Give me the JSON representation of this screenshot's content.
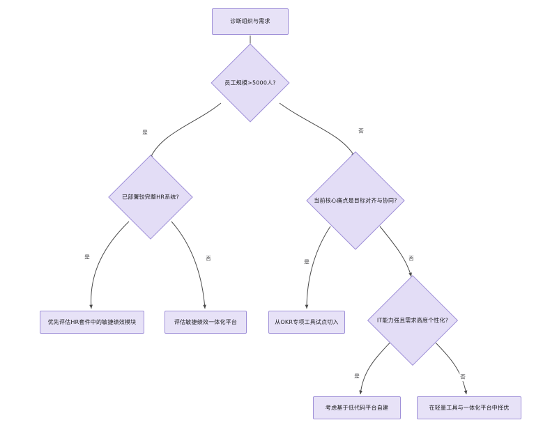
{
  "diagram": {
    "type": "flowchart",
    "title": "诊断组织与需求",
    "orientation": "top-down",
    "theme": {
      "node_fill": "#e7e2f7",
      "node_border": "#9f90d8",
      "edge_color": "#4a4a4a",
      "label_color": "#1d1d1f",
      "background": "#ffffff"
    },
    "nodes": [
      {
        "id": "n1",
        "shape": "rect",
        "text": "诊断组织与需求"
      },
      {
        "id": "n2",
        "shape": "diamond",
        "text": "员工规模>5000人?"
      },
      {
        "id": "n3",
        "shape": "diamond",
        "text": "已部署较完整HR系统?"
      },
      {
        "id": "n4",
        "shape": "diamond",
        "text": "当前核心痛点是目标对齐与协同?"
      },
      {
        "id": "n5",
        "shape": "rect",
        "text": "优先评估HR套件中的敏捷绩效模块"
      },
      {
        "id": "n6",
        "shape": "rect",
        "text": "评估敏捷绩效一体化平台"
      },
      {
        "id": "n7",
        "shape": "rect",
        "text": "从OKR专项工具试点切入"
      },
      {
        "id": "n8",
        "shape": "diamond",
        "text": "IT能力强且需求高度个性化?"
      },
      {
        "id": "n9",
        "shape": "rect",
        "text": "考虑基于低代码平台自建"
      },
      {
        "id": "n10",
        "shape": "rect",
        "text": "在轻量工具与一体化平台中择优"
      }
    ],
    "edges": [
      {
        "from": "n1",
        "to": "n2",
        "label": ""
      },
      {
        "from": "n2",
        "to": "n3",
        "label": "是"
      },
      {
        "from": "n2",
        "to": "n4",
        "label": "否"
      },
      {
        "from": "n3",
        "to": "n5",
        "label": "是"
      },
      {
        "from": "n3",
        "to": "n6",
        "label": "否"
      },
      {
        "from": "n4",
        "to": "n7",
        "label": "是"
      },
      {
        "from": "n4",
        "to": "n8",
        "label": "否"
      },
      {
        "from": "n8",
        "to": "n9",
        "label": "是"
      },
      {
        "from": "n8",
        "to": "n10",
        "label": "否"
      }
    ],
    "edge_labels": {
      "e2_left": "是",
      "e2_right": "否",
      "e3_left": "是",
      "e3_right": "否",
      "e4_left": "是",
      "e4_right": "否",
      "e8_left": "是",
      "e8_right": "否"
    }
  }
}
